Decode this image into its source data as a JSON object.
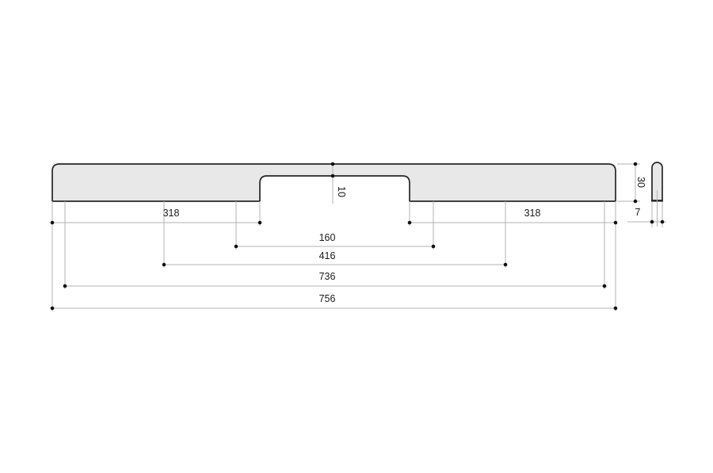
{
  "drawing_type": "technical-dimension-drawing",
  "colors": {
    "part_fill": "#e8e8e8",
    "part_outline": "#262626",
    "dimension_line": "#b3b3b3",
    "dimension_text": "#1a1a1a",
    "endpoint_marker": "#111111"
  },
  "front_view": {
    "dimensions": {
      "notch_depth": "10",
      "left_end_to_notch": "318",
      "notch_to_right_end": "318",
      "cc_inner": "160",
      "cc_middle": "416",
      "cc_outer": "736",
      "total_length": "756"
    }
  },
  "side_view": {
    "dimensions": {
      "profile_height": "30",
      "profile_thickness": "7"
    }
  }
}
